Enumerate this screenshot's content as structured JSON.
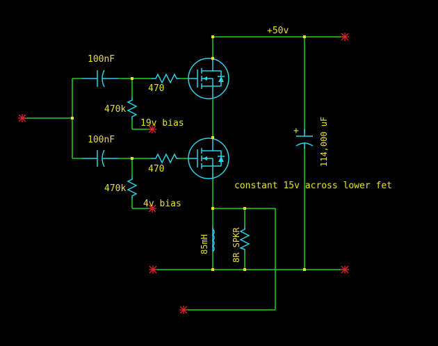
{
  "labels": {
    "supply": "+50v",
    "cap_top": "100nF",
    "cap_bot": "100nF",
    "r470_top": "470",
    "r470_bot": "470",
    "r470k_top": "470k",
    "r470k_bot": "470k",
    "bias_top": "19v bias",
    "bias_bot": "4v bias",
    "bulk_cap": "114,000 uF",
    "note": "constant 15v across lower fet",
    "inductor": "85mH",
    "speaker": "8R SPKR",
    "plus": "+"
  },
  "colors": {
    "background": "#000000",
    "wire": "#1fd21f",
    "component": "#2ad4e6",
    "text": "#e8e02a",
    "terminal": "#e0202a"
  }
}
